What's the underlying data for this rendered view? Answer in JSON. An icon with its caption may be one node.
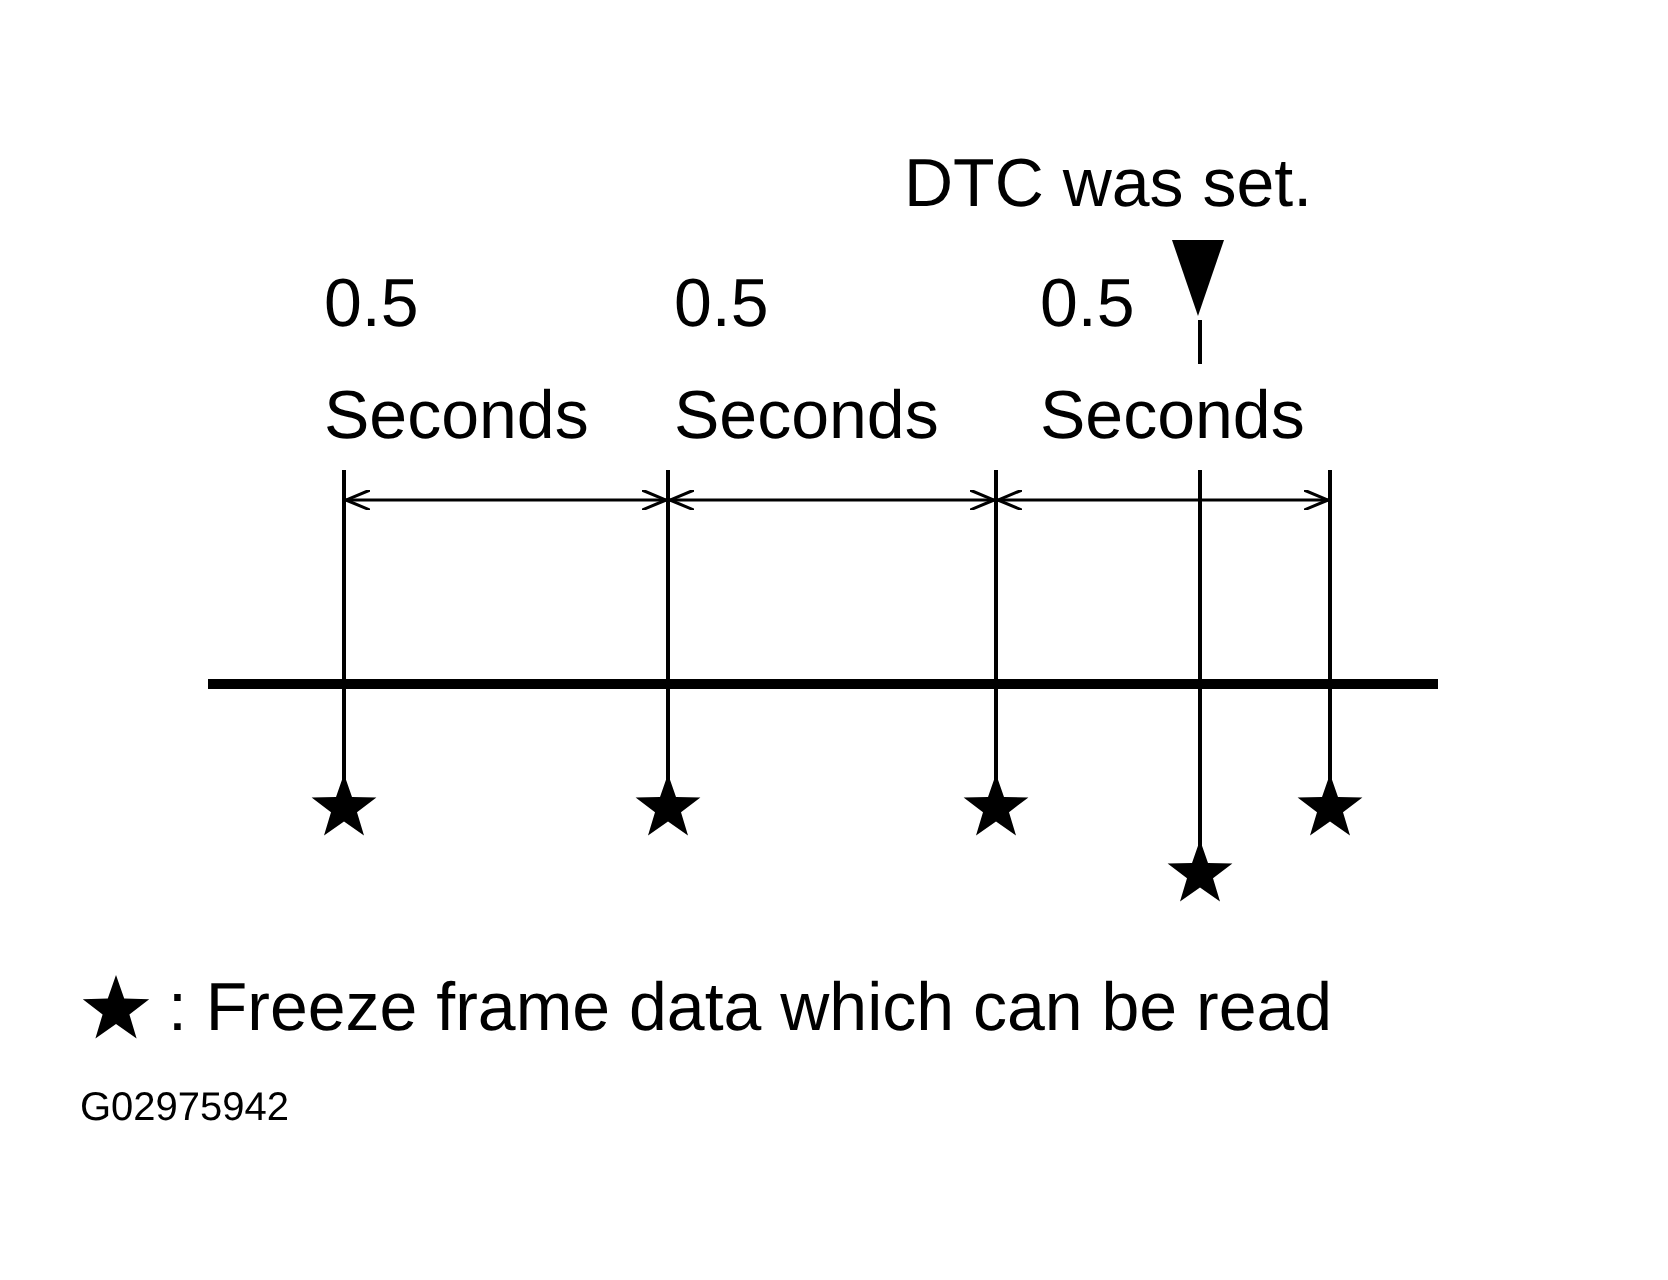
{
  "diagram": {
    "labels": [
      "DTC was set.",
      "0.5 Seconds",
      "0.5 Seconds",
      "0.5 Seconds",
      "G02975942"
    ],
    "legend": [
      {
        "text": ": Freeze frame data which can be read"
      }
    ]
  }
}
